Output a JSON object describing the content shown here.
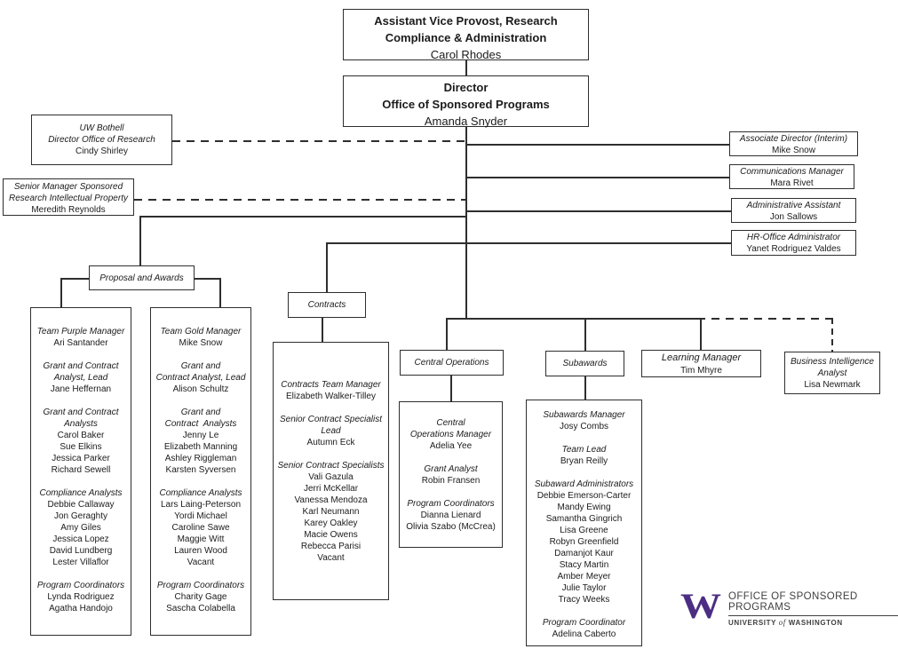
{
  "boxes": {
    "avp": {
      "title1": "Assistant Vice Provost, Research",
      "title2": "Compliance & Administration",
      "name": "Carol Rhodes"
    },
    "director": {
      "title1": "Director",
      "title2": "Office of Sponsored Programs",
      "name": "Amanda Snyder"
    },
    "uw_bothell": {
      "title1": "UW Bothell",
      "title2": "Director Office of Research",
      "name": "Cindy Shirley"
    },
    "senior_manager_ip": {
      "title1": "Senior Manager Sponsored",
      "title2": "Research Intellectual Property",
      "name": "Meredith Reynolds"
    },
    "associate_director": {
      "title": "Associate Director (Interim)",
      "name": "Mike Snow"
    },
    "communications_manager": {
      "title": "Communications Manager",
      "name": "Mara Rivet"
    },
    "administrative_assistant": {
      "title": "Administrative Assistant",
      "name": "Jon Sallows"
    },
    "hr_office_admin": {
      "title": "HR-Office Administrator",
      "name": "Yanet Rodriguez Valdes"
    },
    "learning_manager": {
      "title": "Learning Manager",
      "name": "Tim Mhyre"
    },
    "business_intelligence": {
      "title1": "Business Intelligence",
      "title2": "Analyst",
      "name": "Lisa Newmark"
    }
  },
  "labels": {
    "proposal_awards": "Proposal and Awards",
    "contracts": "Contracts",
    "central_operations": "Central Operations",
    "subawards": "Subawards"
  },
  "rosters": {
    "team_purple": [
      {
        "headers": [
          "Team Purple Manager"
        ],
        "names": [
          "Ari Santander"
        ]
      },
      {
        "headers": [
          "Grant and Contract",
          "Analyst, Lead"
        ],
        "names": [
          "Jane Heffernan"
        ]
      },
      {
        "headers": [
          "Grant and Contract",
          "Analysts"
        ],
        "names": [
          "Carol Baker",
          "Sue Elkins",
          "Jessica Parker",
          "Richard Sewell"
        ]
      },
      {
        "headers": [
          "Compliance Analysts"
        ],
        "names": [
          "Debbie Callaway",
          "Jon Geraghty",
          "Amy Giles",
          "Jessica Lopez",
          "David Lundberg",
          "Lester Villaflor"
        ]
      },
      {
        "headers": [
          "Program Coordinators"
        ],
        "names": [
          "Lynda Rodriguez",
          "Agatha Handojo"
        ]
      }
    ],
    "team_gold": [
      {
        "headers": [
          "Team Gold Manager"
        ],
        "names": [
          "Mike Snow"
        ]
      },
      {
        "headers": [
          "Grant and",
          "Contract Analyst, Lead"
        ],
        "names": [
          "Alison Schultz"
        ]
      },
      {
        "headers": [
          "Grant and",
          "Contract  Analysts"
        ],
        "names": [
          "Jenny Le",
          "Elizabeth Manning",
          "Ashley Riggleman",
          "Karsten Syversen"
        ]
      },
      {
        "headers": [
          "Compliance Analysts"
        ],
        "names": [
          "Lars Laing-Peterson",
          "Yordi Michael",
          "Caroline Sawe",
          "Maggie Witt",
          "Lauren Wood",
          "Vacant"
        ]
      },
      {
        "headers": [
          "Program Coordinators"
        ],
        "names": [
          "Charity Gage",
          "Sascha Colabella"
        ]
      }
    ],
    "contracts": [
      {
        "headers": [
          "Contracts Team Manager"
        ],
        "names": [
          "Elizabeth Walker-Tilley"
        ]
      },
      {
        "headers": [
          "Senior Contract Specialist",
          "Lead"
        ],
        "names": [
          "Autumn Eck"
        ]
      },
      {
        "headers": [
          "Senior Contract Specialists"
        ],
        "names": [
          "Vali Gazula",
          "Jerri McKellar",
          "Vanessa Mendoza",
          "Karl Neumann",
          "Karey Oakley",
          "Macie Owens",
          "Rebecca Parisi",
          "Vacant"
        ]
      }
    ],
    "central_operations": [
      {
        "headers": [
          "Central",
          "Operations Manager"
        ],
        "names": [
          "Adelia Yee"
        ]
      },
      {
        "headers": [
          "Grant Analyst"
        ],
        "names": [
          "Robin Fransen"
        ]
      },
      {
        "headers": [
          "Program Coordinators"
        ],
        "names": [
          "Dianna Lienard",
          "Olivia Szabo (McCrea)"
        ]
      }
    ],
    "subawards": [
      {
        "headers": [
          "Subawards Manager"
        ],
        "names": [
          "Josy Combs"
        ]
      },
      {
        "headers": [
          "Team Lead"
        ],
        "names": [
          "Bryan Reilly"
        ]
      },
      {
        "headers": [
          "Subaward Administrators"
        ],
        "names": [
          "Debbie Emerson-Carter",
          "Mandy Ewing",
          "Samantha Gingrich",
          "Lisa Greene",
          "Robyn Greenfield",
          "Damanjot Kaur",
          "Stacy Martin",
          "Amber Meyer",
          "Julie Taylor",
          "Tracy Weeks"
        ]
      },
      {
        "headers": [
          "Program Coordinator"
        ],
        "names": [
          "Adelina Caberto"
        ]
      }
    ]
  },
  "logo": {
    "mark": "W",
    "line1": "OFFICE OF SPONSORED PROGRAMS",
    "line2_pre": "UNIVERSITY",
    "line2_of": "of",
    "line2_post": "WASHINGTON",
    "purple": "#4b2e83",
    "text_color": "#3f3f3f"
  }
}
